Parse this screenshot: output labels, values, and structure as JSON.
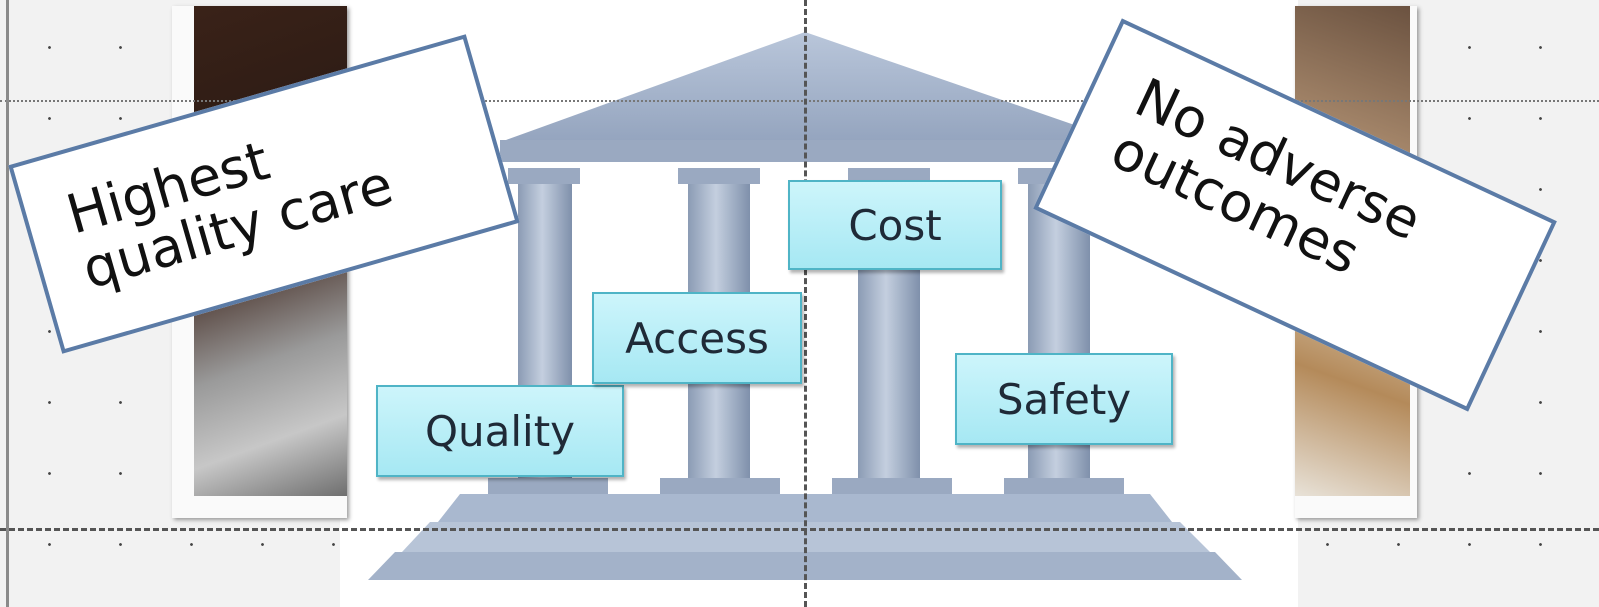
{
  "callouts": {
    "left": {
      "line1": "Highest",
      "line2": "quality care"
    },
    "right": {
      "line1": "No adverse",
      "line2": "outcomes"
    }
  },
  "pillars": {
    "quality": "Quality",
    "access": "Access",
    "cost": "Cost",
    "safety": "Safety"
  },
  "colors": {
    "temple": "#a9b8cf",
    "temple_dark": "#8798b3",
    "label_fill": "#b8eef7",
    "label_border": "#4fb4c6",
    "callout_border": "#5b7ba6"
  }
}
